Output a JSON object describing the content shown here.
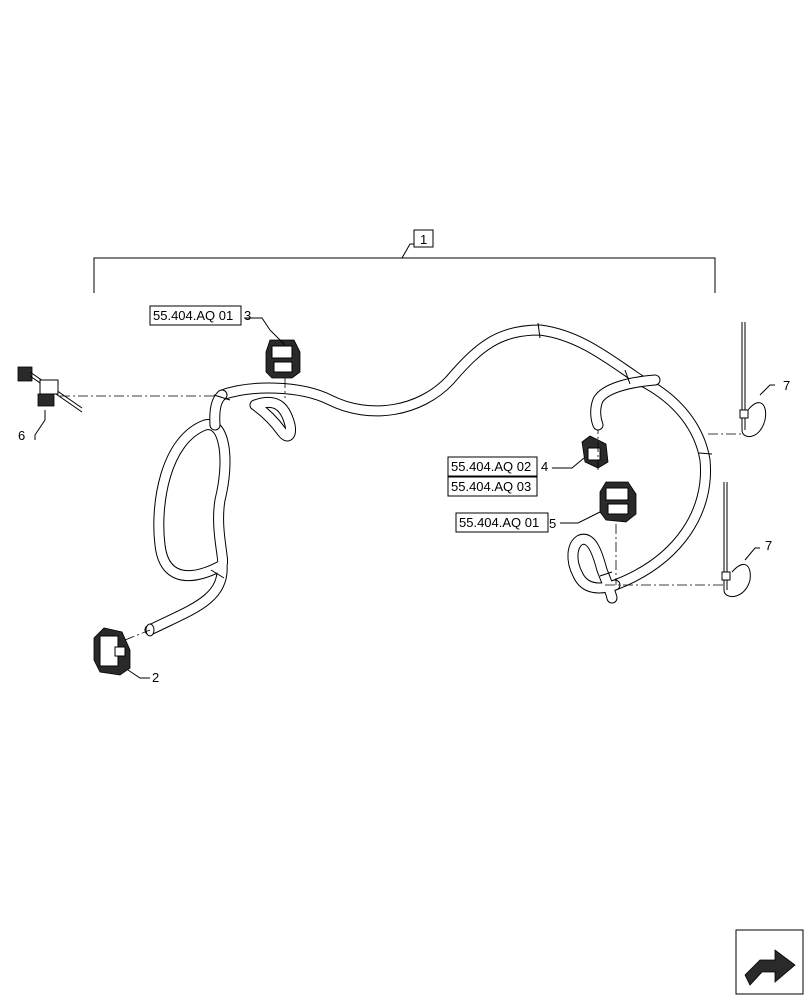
{
  "assembly_callout": "1",
  "references": {
    "ref_3": "55.404.AQ 01",
    "ref_4a": "55.404.AQ 02",
    "ref_4b": "55.404.AQ 03",
    "ref_5": "55.404.AQ 01"
  },
  "item_numbers": {
    "item_2": "2",
    "item_3": "3",
    "item_4": "4",
    "item_5": "5",
    "item_6": "6",
    "item_7a": "7",
    "item_7b": "7"
  },
  "icons": {
    "nav": "next-page-arrow-icon"
  }
}
